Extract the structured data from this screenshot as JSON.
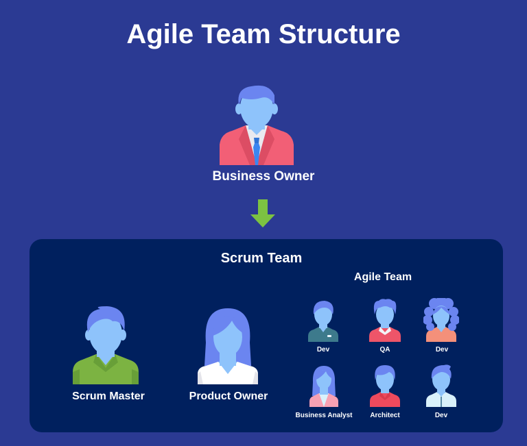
{
  "header": {
    "title": "Agile Team Structure"
  },
  "business_owner": {
    "label": "Business Owner",
    "icon": "businessman-avatar-icon"
  },
  "flow_arrow": {
    "icon": "arrow-down-icon",
    "color": "#7cc242"
  },
  "scrum_team": {
    "title": "Scrum Team",
    "members": [
      {
        "label": "Scrum Master",
        "icon": "man-avatar-icon",
        "shirt_color": "#7cb342"
      },
      {
        "label": "Product Owner",
        "icon": "woman-avatar-icon",
        "shirt_color": "#ffffff"
      }
    ],
    "agile_team": {
      "title": "Agile Team",
      "members": [
        {
          "label": "Dev",
          "shirt_color": "#3d7a8c"
        },
        {
          "label": "QA",
          "shirt_color": "#ee5569"
        },
        {
          "label": "Dev",
          "shirt_color": "#f4907a"
        },
        {
          "label": "Business Analyst",
          "shirt_color": "#f7a1b3"
        },
        {
          "label": "Architect",
          "shirt_color": "#ee4a5d"
        },
        {
          "label": "Dev",
          "shirt_color": "#d9f1fb"
        }
      ]
    }
  },
  "colors": {
    "background": "#2b3a93",
    "panel": "#00205e",
    "skin": "#8ec3fb",
    "hair": "#6b85f0",
    "suit": "#f25f76"
  }
}
